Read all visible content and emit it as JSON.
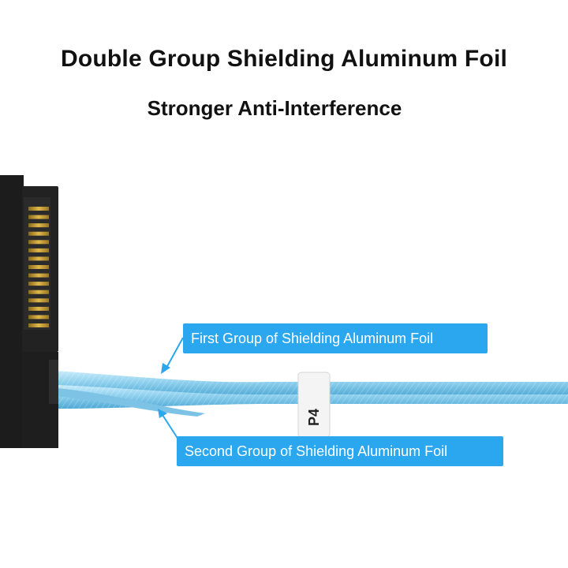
{
  "title": "Double Group Shielding Aluminum Foil",
  "subtitle": "Stronger Anti-Interference",
  "callouts": {
    "first": "First Group of Shielding Aluminum Foil",
    "second": "Second Group of Shielding Aluminum Foil"
  },
  "cable_label": "P4",
  "colors": {
    "callout_bg": "#2aa7ee",
    "cable": "#8fd0ee",
    "connector": "#1c1c1c",
    "pins": "#c9a13a"
  },
  "icons": {
    "arrow": "arrow-icon"
  }
}
